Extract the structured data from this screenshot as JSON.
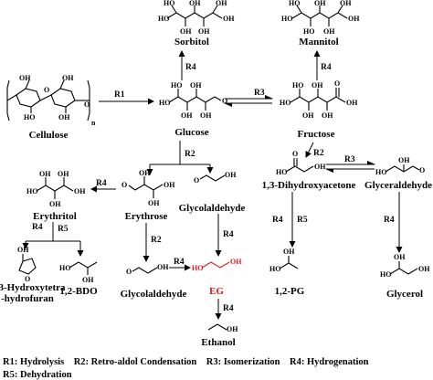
{
  "compounds": {
    "sorbitol": "Sorbitol",
    "mannitol": "Mannitol",
    "cellulose": "Cellulose",
    "glucose": "Glucose",
    "fructose": "Fructose",
    "erythritol": "Erythritol",
    "erythrose": "Erythrose",
    "glycolaldehyde_top": "Glycolaldehyde",
    "glycolaldehyde_bottom": "Glycolaldehyde",
    "dihydroxyacetone": "1,3-Dihydroxyacetone",
    "glyceraldehyde": "Glyceraldehyde",
    "hydroxytetrahydrofuran_line1": "3-Hydroxytetra",
    "hydroxytetrahydrofuran_line2": "-hydrofuran",
    "bdo": "1,2-BDO",
    "eg": "EG",
    "pg": "1,2-PG",
    "glycerol": "Glycerol",
    "ethanol": "Ethanol"
  },
  "reactions": {
    "r1": "R1",
    "r2": "R2",
    "r3": "R3",
    "r4": "R4",
    "r5": "R5"
  },
  "atoms": {
    "oh": "OH",
    "ho": "HO",
    "o": "O",
    "n": "n"
  },
  "legend": {
    "line1": "R1: Hydrolysis    R2: Retro-aldol Condensation    R3: Isomerization    R4: Hydrogenation",
    "line2": "R5: Dehydration"
  },
  "colors": {
    "highlight": "#e0161b",
    "ink": "#000000"
  }
}
